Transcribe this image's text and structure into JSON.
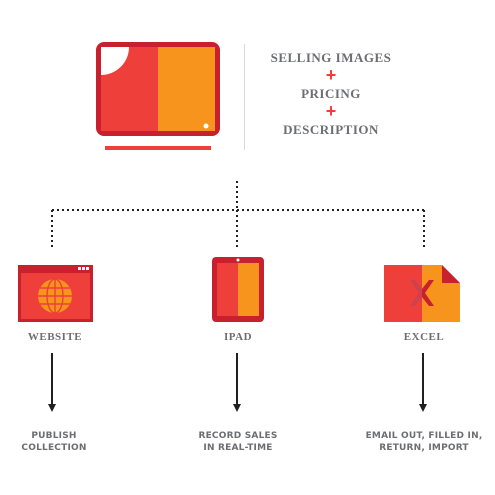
{
  "header": {
    "line1": "SELLING IMAGES",
    "plus1": "+",
    "line2": "PRICING",
    "plus2": "+",
    "line3": "DESCRIPTION"
  },
  "nodes": [
    {
      "label": "WEBSITE",
      "action_line1": "PUBLISH",
      "action_line2": "COLLECTION",
      "icon": "browser-globe-icon"
    },
    {
      "label": "IPAD",
      "action_line1": "RECORD SALES",
      "action_line2": "IN REAL-TIME",
      "icon": "tablet-icon"
    },
    {
      "label": "EXCEL",
      "action_line1": "EMAIL OUT, FILLED IN,",
      "action_line2": "RETURN, IMPORT",
      "icon": "excel-file-icon"
    }
  ],
  "colors": {
    "red": "#ef3f3a",
    "dark_red": "#c8202f",
    "orange": "#f7941d",
    "gray_text": "#6d6e71",
    "connector": "#231f20"
  }
}
